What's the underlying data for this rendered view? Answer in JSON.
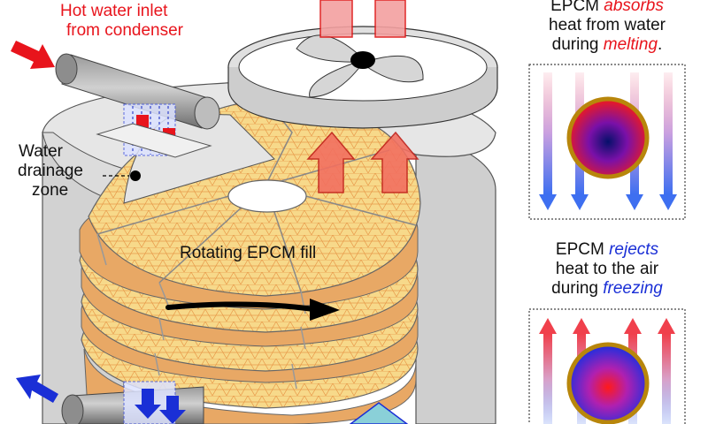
{
  "labels": {
    "inlet_line1": "Hot water inlet",
    "inlet_line2": "from condenser",
    "drainage_line1": "Water",
    "drainage_line2": "drainage",
    "drainage_line3": "zone",
    "fill": "Rotating EPCM fill"
  },
  "melting_panel": {
    "prefix": "EPCM ",
    "verb": "absorbs",
    "line2": "heat from water",
    "line3_prefix": "during ",
    "phase": "melting",
    "phase_suffix": "."
  },
  "freezing_panel": {
    "prefix": "EPCM ",
    "verb": "rejects",
    "line2": "heat to the air",
    "line3_prefix": "during ",
    "phase": "freezing",
    "phase_suffix": ""
  },
  "colors": {
    "hot": "#e8141c",
    "cold": "#1a2fd6",
    "fill_orange": "#f7d98a",
    "housing_gray": "#d6d6d6"
  }
}
